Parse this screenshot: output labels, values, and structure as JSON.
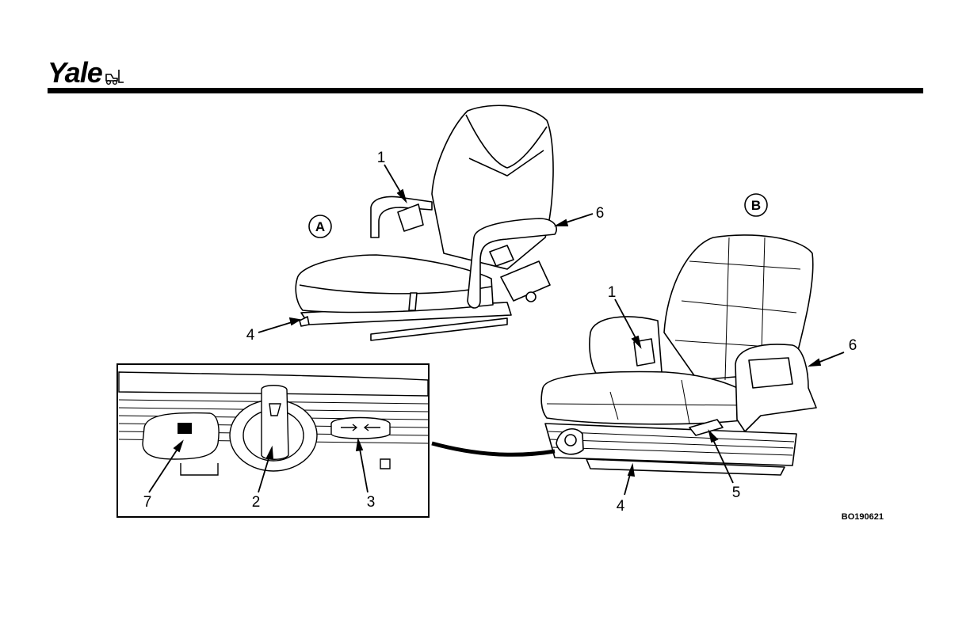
{
  "brand": {
    "logo_text": "Yale"
  },
  "views": {
    "a": "A",
    "b": "B"
  },
  "callouts": {
    "a_1": "1",
    "a_6": "6",
    "a_4": "4",
    "b_1": "1",
    "b_6": "6",
    "b_4": "4",
    "b_5": "5",
    "d_7": "7",
    "d_2": "2",
    "d_3": "3"
  },
  "figure_code": "BO190621"
}
